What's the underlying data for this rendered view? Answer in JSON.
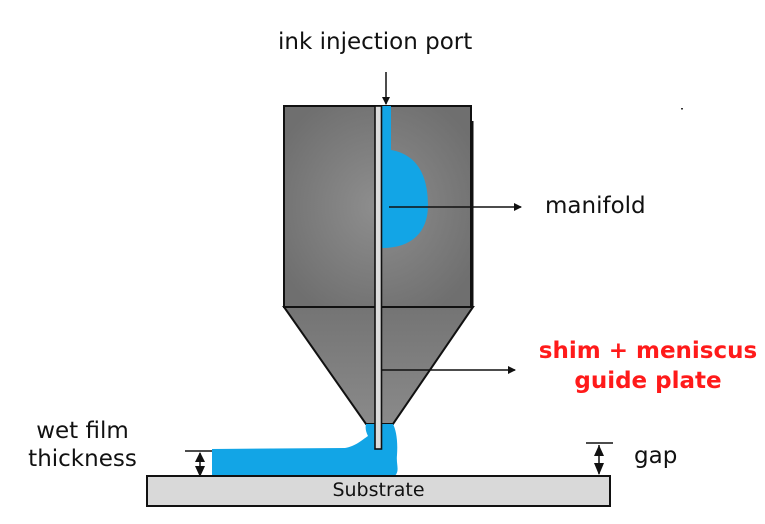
{
  "diagram": {
    "title": "Slot-die coating head schematic",
    "labels": {
      "ink_port": "ink injection port",
      "manifold": "manifold",
      "shim_line1": "shim + meniscus",
      "shim_line2": "guide plate",
      "wet_film_line1": "wet film",
      "wet_film_line2": "thickness",
      "gap": "gap",
      "substrate": "Substrate"
    },
    "colors": {
      "die_body": "#7a7a7a",
      "die_body_light": "#8c8c8c",
      "outline": "#111111",
      "ink": "#12a5e6",
      "shim": "#dcdcdc",
      "substrate": "#d9d9d9",
      "highlight_text": "#ff1a1a"
    }
  }
}
